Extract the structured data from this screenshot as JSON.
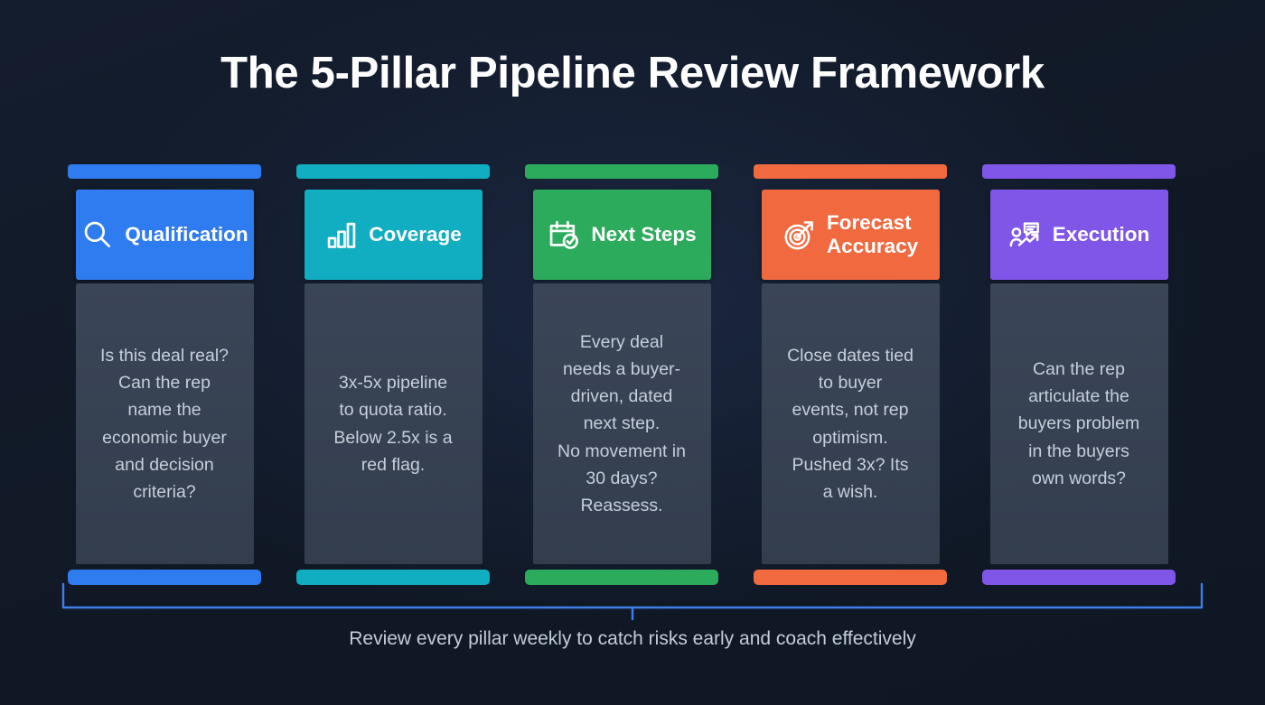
{
  "title": "The 5-Pillar Pipeline Review Framework",
  "footer": "Review every pillar weekly to catch risks early and coach effectively",
  "theme": {
    "background": "#141d2e",
    "card_body": "#384354",
    "body_text": "#c6cedb",
    "bracket": "#3d7ee8"
  },
  "pillars": [
    {
      "label": "Qualification",
      "icon": "magnifier-icon",
      "color": "#2f7bf0",
      "color_dark": "#1f6ae0",
      "text": "Is this deal real?\nCan the rep\nname the\neconomic buyer\nand decision\ncriteria?"
    },
    {
      "label": "Coverage",
      "icon": "bar-chart-icon",
      "color": "#11adc0",
      "color_dark": "#0f9dae",
      "text": "3x-5x pipeline\nto quota ratio.\nBelow 2.5x is a\nred flag."
    },
    {
      "label": "Next Steps",
      "icon": "calendar-check-icon",
      "color": "#2bab5b",
      "color_dark": "#249a50",
      "text": "Every deal\nneeds a buyer-\ndriven, dated\nnext step.\nNo movement in\n30 days?\nReassess."
    },
    {
      "label": "Forecast\nAccuracy",
      "icon": "target-arrow-icon",
      "color": "#f0693f",
      "color_dark": "#e35b33",
      "text": "Close dates tied\nto buyer\nevents, not rep\noptimism.\nPushed 3x? Its\na wish."
    },
    {
      "label": "Execution",
      "icon": "person-chat-growth-icon",
      "color": "#8056e8",
      "color_dark": "#7048dd",
      "text": "Can the rep\narticulate the\nbuyers problem\nin the buyers\nown words?"
    }
  ]
}
